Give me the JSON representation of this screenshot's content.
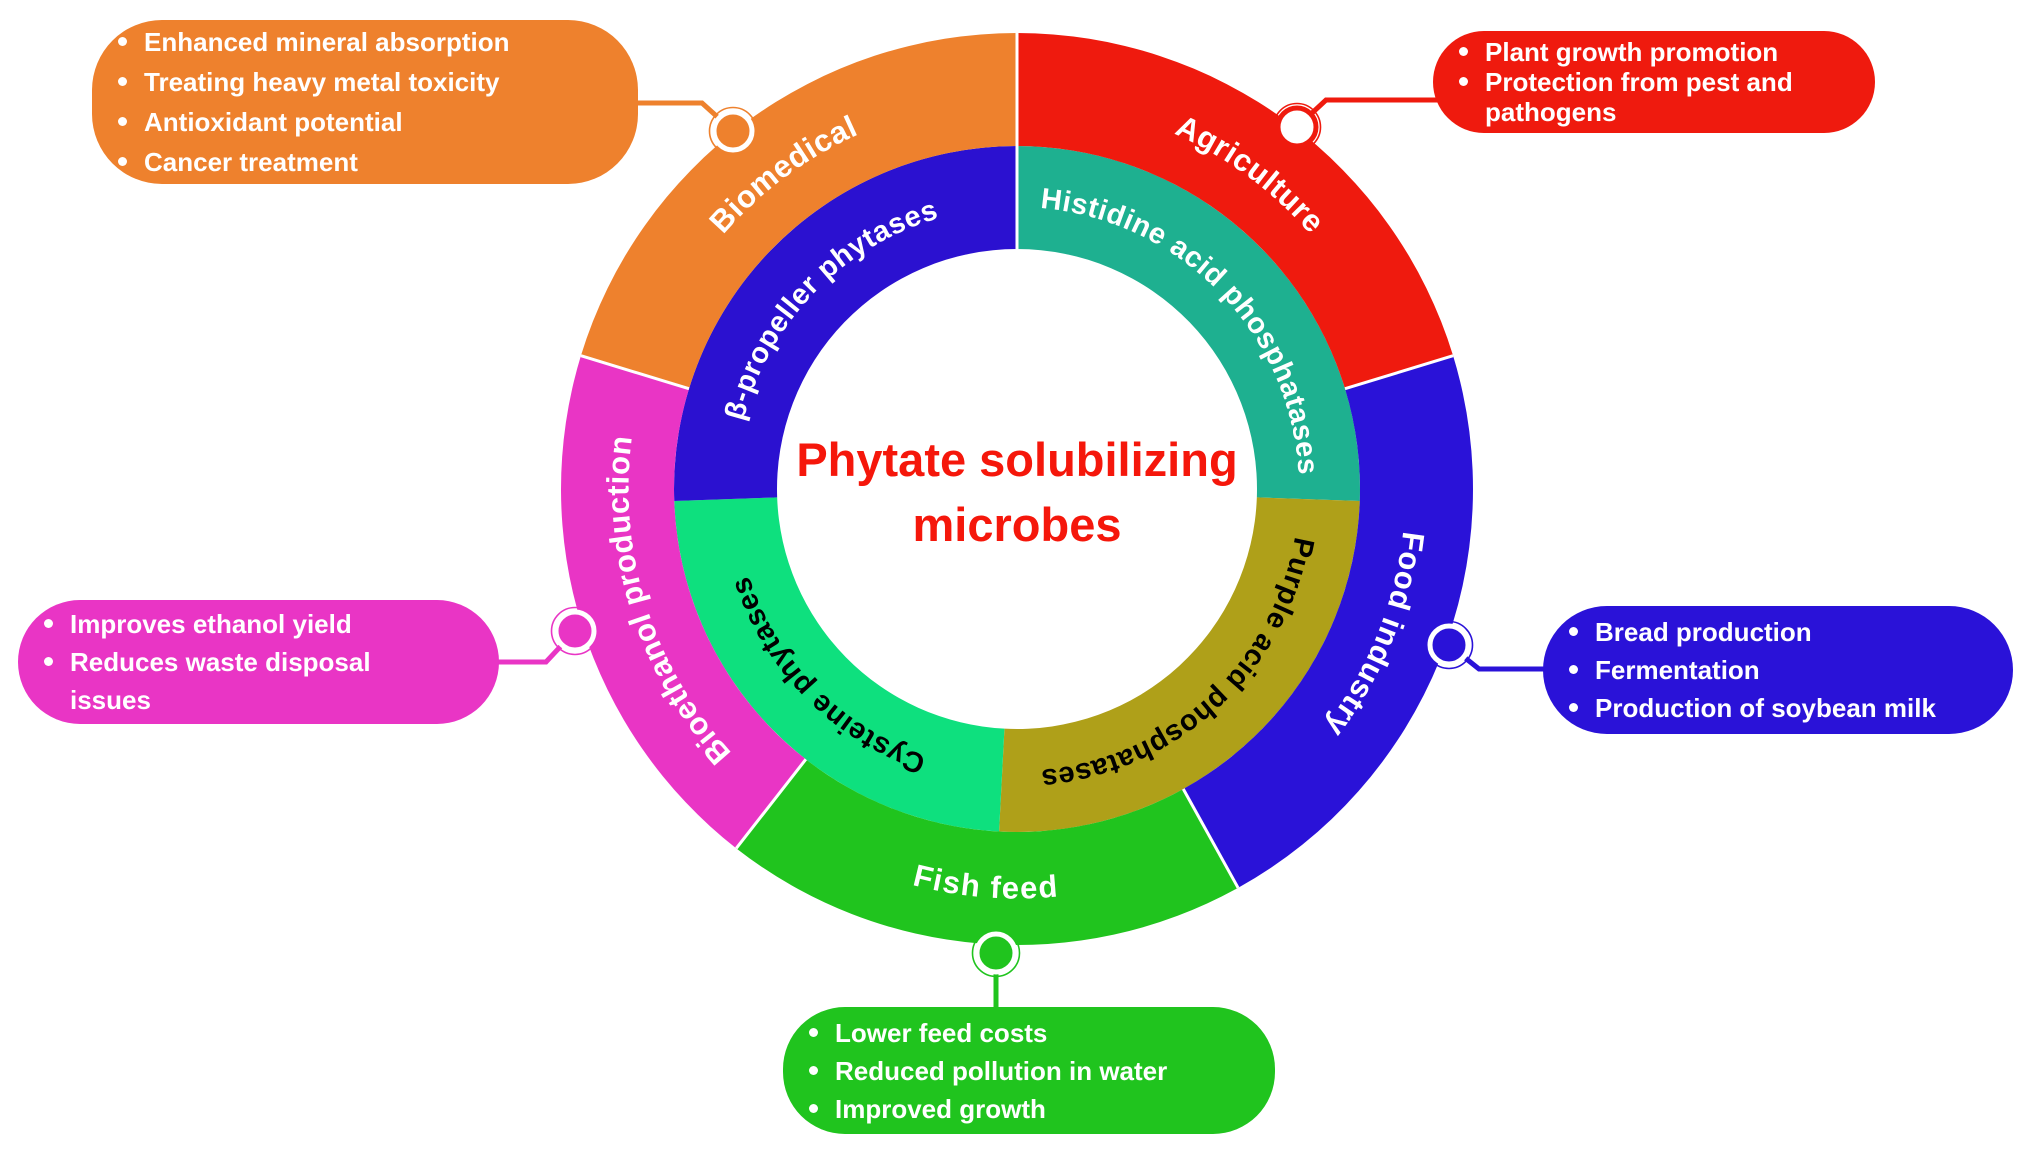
{
  "title": {
    "line1": "Phytate solubilizing",
    "line2": "microbes",
    "color": "#F5170B"
  },
  "rings": {
    "outer": [
      {
        "label": "Agriculture",
        "color": "#EF1A0E",
        "text_color": "#FFFFFF",
        "start": 0,
        "end": 73,
        "flipped": false
      },
      {
        "label": "Food industry",
        "color": "#2A12D8",
        "text_color": "#FFFFFF",
        "start": 73,
        "end": 151,
        "flipped": false
      },
      {
        "label": "Fish feed",
        "color": "#20C41E",
        "text_color": "#FFFFFF",
        "start": 151,
        "end": 218,
        "flipped": true
      },
      {
        "label": "Bioethanol production",
        "color": "#E935C5",
        "text_color": "#FFFFFF",
        "start": 218,
        "end": 287,
        "flipped": false
      },
      {
        "label": "Biomedical",
        "color": "#EE812D",
        "text_color": "#FFFFFF",
        "start": 287,
        "end": 360,
        "flipped": false
      }
    ],
    "inner": [
      {
        "label": "Histidine acid phosphatases",
        "color": "#1EB090",
        "text_color": "#FFFFFF",
        "start": 0,
        "end": 92,
        "flipped": false
      },
      {
        "label": "Purple acid phosphatases",
        "color": "#AFA019",
        "text_color": "#000000",
        "start": 92,
        "end": 183,
        "flipped": false
      },
      {
        "label": "Cysteine phytases",
        "color": "#0EE07E",
        "text_color": "#000000",
        "start": 183,
        "end": 268,
        "flipped": false
      },
      {
        "label": "β-propeller phytases",
        "color": "#2B11D0",
        "text_color": "#FFFFFF",
        "start": 268,
        "end": 360,
        "flipped": false
      }
    ]
  },
  "callouts": [
    {
      "id": "biomedical",
      "color": "#EE812D",
      "items": [
        "Enhanced mineral absorption",
        "Treating heavy metal toxicity",
        "Antioxidant potential",
        "Cancer treatment"
      ]
    },
    {
      "id": "agriculture",
      "color": "#EF1A0E",
      "items": [
        "Plant growth promotion",
        "Protection from pest and pathogens"
      ]
    },
    {
      "id": "food-industry",
      "color": "#2A12D8",
      "items": [
        "Bread production",
        "Fermentation",
        "Production of soybean milk"
      ]
    },
    {
      "id": "fish-feed",
      "color": "#20C41E",
      "items": [
        "Lower feed costs",
        "Reduced pollution in water",
        "Improved growth"
      ]
    },
    {
      "id": "bioethanol",
      "color": "#E935C5",
      "items": [
        "Improves ethanol yield",
        "Reduces waste disposal issues"
      ]
    }
  ]
}
